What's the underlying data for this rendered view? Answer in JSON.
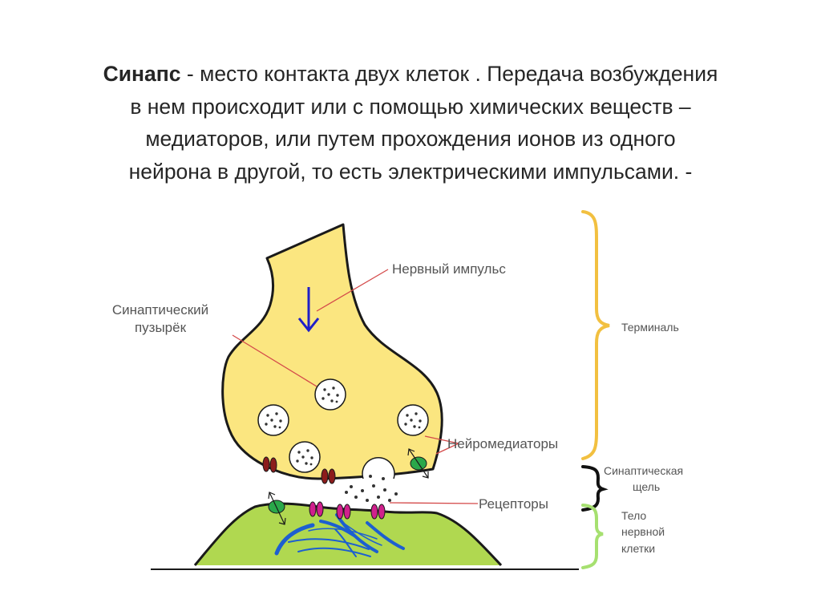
{
  "heading": {
    "term": "Синапс",
    "line1_rest": " - место контакта двух клеток . Передача возбуждения",
    "line2": "в нем происходит или с помощью химических веществ –",
    "line3": "медиаторов, или путем прохождения ионов из одного",
    "line4": "нейрона в другой, то есть электрическими импульсами. -"
  },
  "labels": {
    "nerve_impulse": "Нервный импульс",
    "vesicle_line1": "Синаптический",
    "vesicle_line2": "пузырёк",
    "neurotransmitters": "Нейромедиаторы",
    "receptors": "Рецепторы",
    "terminal": "Терминаль",
    "cleft_line1": "Синаптическая",
    "cleft_line2": "щель",
    "body_line1": "Тело",
    "body_line2": "нервной",
    "body_line3": "клетки"
  },
  "colors": {
    "terminal_fill": "#fbe680",
    "cell_body_fill": "#b0d850",
    "outline": "#1a1a1a",
    "impulse_arrow": "#1f1fc8",
    "pointer_line": "#d44a4a",
    "bracket_terminal": "#f2c040",
    "bracket_cleft": "#111111",
    "bracket_body": "#a6e070",
    "calcium_channel": "#8c1c1c",
    "receptor": "#d0208c",
    "transporter": "#2aa84a",
    "fibers": "#1d5fd0"
  }
}
